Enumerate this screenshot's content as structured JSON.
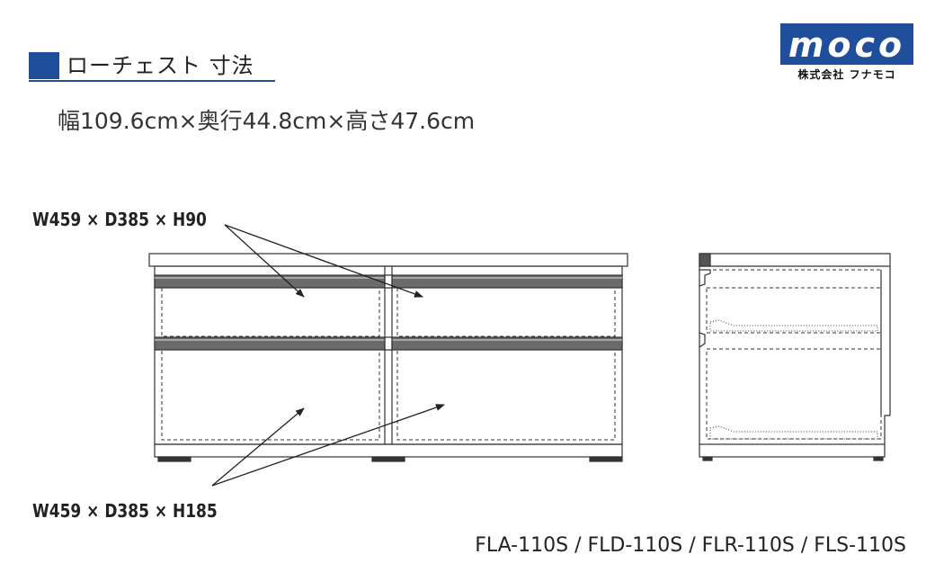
{
  "header": {
    "title": "ローチェスト 寸法",
    "dimensions": "幅109.6cm×奥行44.8cm×高さ47.6cm",
    "accent_color": "#1f4e9c"
  },
  "logo": {
    "brand": "moco",
    "company": "株式会社 フナモコ",
    "color": "#1f4e9c"
  },
  "callouts": {
    "upper_drawers": "W459 × D385 × H90",
    "lower_drawers": "W459 × D385 × H185"
  },
  "footer": {
    "models": "FLA-110S / FLD-110S / FLR-110S / FLS-110S"
  }
}
